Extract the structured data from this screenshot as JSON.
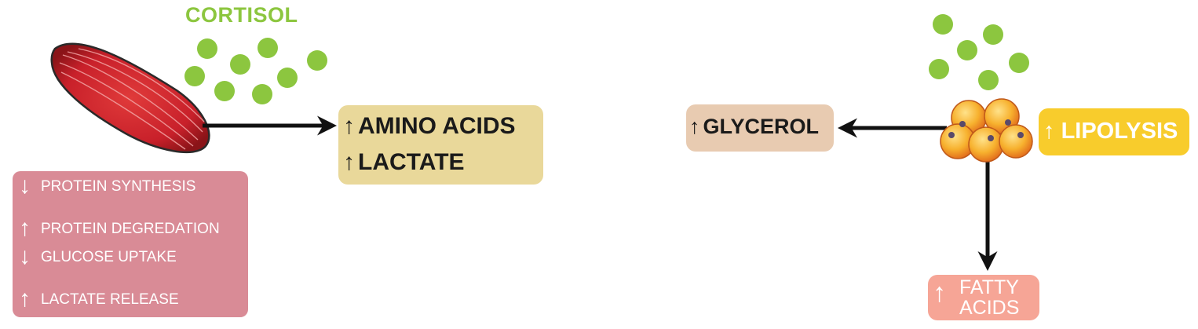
{
  "hormone": {
    "label": "CORTISOL",
    "color": "#8cc63f"
  },
  "muscle": {
    "icon": "muscle-fiber-icon",
    "effects": [
      {
        "direction": "down",
        "symbol": "↓",
        "label": "PROTEIN SYNTHESIS"
      },
      {
        "direction": "up",
        "symbol": "↑",
        "label": "PROTEIN DEGREDATION"
      },
      {
        "direction": "down",
        "symbol": "↓",
        "label": "GLUCOSE UPTAKE"
      },
      {
        "direction": "up",
        "symbol": "↑",
        "label": "LACTATE RELEASE"
      }
    ],
    "outputs": [
      {
        "symbol": "↑",
        "label": "AMINO ACIDS"
      },
      {
        "symbol": "↑",
        "label": "LACTATE"
      }
    ]
  },
  "adipose": {
    "icon": "fat-cells-icon",
    "process": {
      "symbol": "↑",
      "label": "LIPOLYSIS"
    },
    "outputs": {
      "glycerol": {
        "symbol": "↑",
        "label": "GLYCEROL"
      },
      "fatty_acids": {
        "symbol": "↑",
        "line1": "FATTY",
        "line2": "ACIDS"
      }
    }
  },
  "colors": {
    "effects_box": "#d98b96",
    "amino_box": "#e9d89a",
    "glycerol_box": "#e8cbb1",
    "lipolysis_box": "#f8cc2c",
    "fatty_box": "#f6a596",
    "muscle_fill": "#c8202a",
    "fat_cell": "#f5a623"
  }
}
